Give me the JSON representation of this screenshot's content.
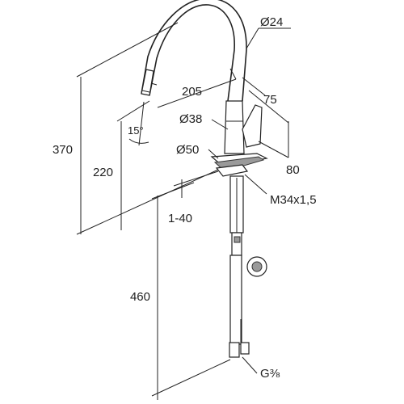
{
  "drawing": {
    "colors": {
      "line": "#222222",
      "background": "#ffffff",
      "shade": "#9a9a9a"
    },
    "dimensions": {
      "spout_diameter": "Ø24",
      "reach": "205",
      "lever_offset": "75",
      "body_diameter": "Ø38",
      "spray_angle": "15°",
      "base_diameter": "Ø50",
      "lever_height": "80",
      "thread": "M34x1,5",
      "total_height": "370",
      "spout_height": "220",
      "deck_thickness": "1-40",
      "hose_length": "460",
      "connection": "G⅜"
    }
  }
}
